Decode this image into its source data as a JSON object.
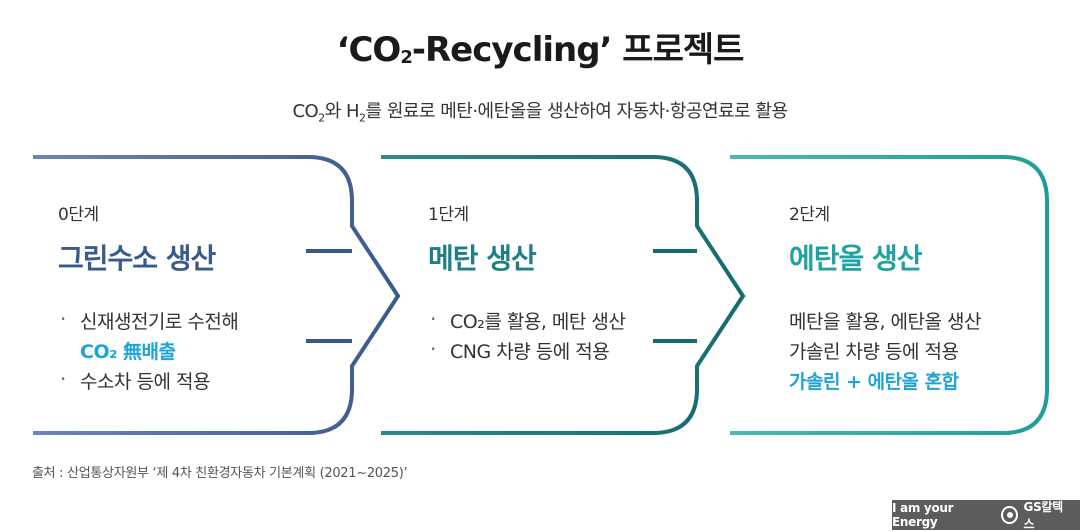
{
  "title": {
    "prefix": "‘CO",
    "sub": "2",
    "suffix": "-Recycling’ 프로젝트"
  },
  "subtitle": {
    "part1": "CO",
    "sub1": "2",
    "part2": "와 H",
    "sub2": "2",
    "part3": "를 원료로 메탄·에탄올을 생산하여 자동차·항공연료로 활용"
  },
  "stages": [
    {
      "label": "0단계",
      "title": "그린수소 생산",
      "title_color": "#3a5a8c",
      "items": [
        {
          "text": "신재생전기로 수전해"
        },
        {
          "text": "CO₂ 無배출"
        },
        {
          "text": "수소차 등에 적용"
        }
      ]
    },
    {
      "label": "1단계",
      "title": "메탄 생산",
      "title_color": "#1e7f84",
      "items": [
        {
          "text": "CO₂를 활용, 메탄 생산"
        },
        {
          "text": "CNG 차량 등에 적용"
        }
      ]
    },
    {
      "label": "2단계",
      "title": "에탄올 생산",
      "title_color": "#20a3a0",
      "items": [
        {
          "text": "메탄을 활용, 에탄올 생산"
        },
        {
          "text": "가솔린 차량 등에 적용"
        },
        {
          "text": "가솔린 + 에탄올 혼합"
        }
      ]
    }
  ],
  "colors": {
    "stage0": "#4a6a9c",
    "stage1": "#1e7f84",
    "stage2": "#20a3a0",
    "highlight": "#1fa3d8"
  },
  "source": "출처 : 산업통상자원부 ‘제 4차 친환경자동차 기본계획 (2021~2025)’",
  "brand": {
    "tagline": "I am your Energy",
    "name": "GS칼텍스"
  }
}
